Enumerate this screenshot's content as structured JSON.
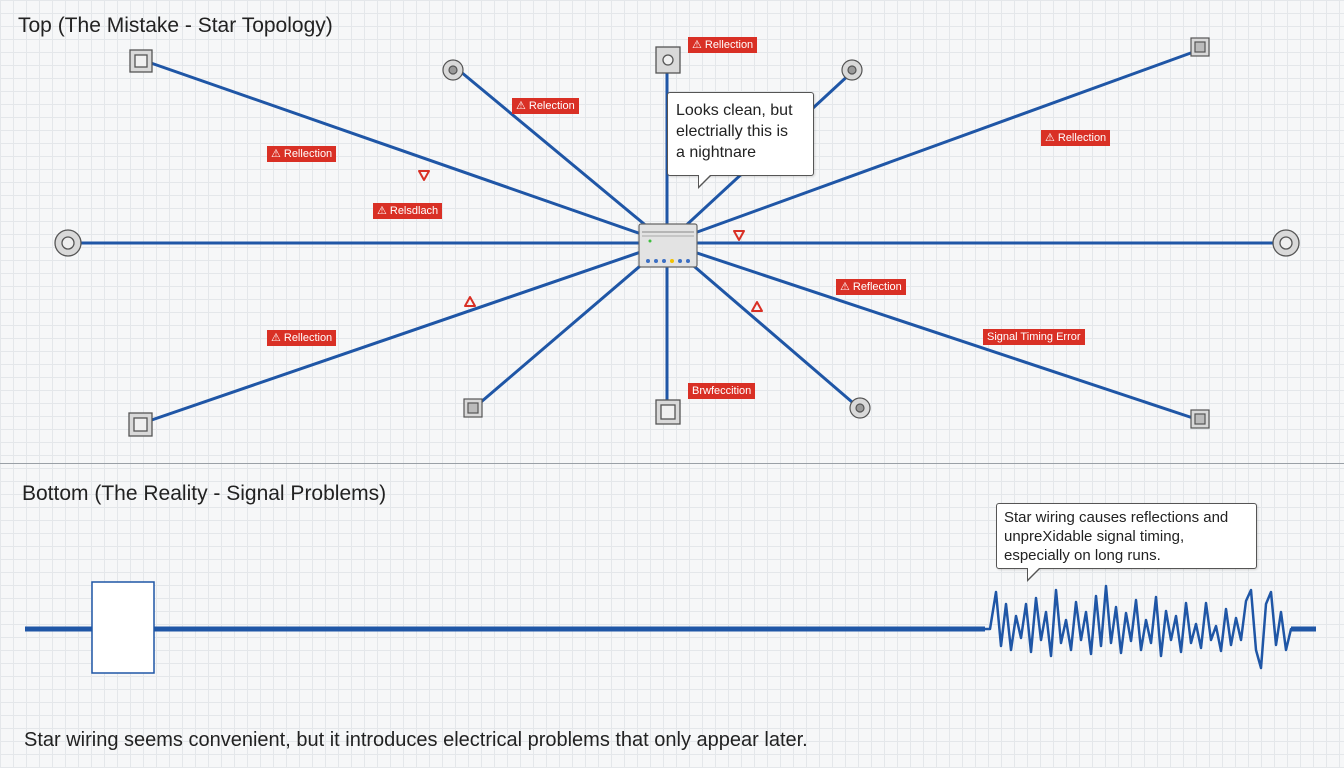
{
  "top_heading": "Top (The Mistake - Star Topology)",
  "bottom_heading": "Bottom (The Reality - Signal Problems)",
  "warning_labels": [
    {
      "text": "Rellection",
      "icon": "warning-triangle-icon"
    },
    {
      "text": "Relection",
      "icon": "warning-triangle-icon"
    },
    {
      "text": "Rellection",
      "icon": "warning-triangle-icon"
    },
    {
      "text": "Relsdlach",
      "icon": "warning-triangle-icon"
    },
    {
      "text": "Rellection",
      "icon": "warning-triangle-icon"
    },
    {
      "text": "Rellection",
      "icon": "warning-triangle-icon"
    },
    {
      "text": "Reflection",
      "icon": "warning-triangle-icon"
    },
    {
      "text": "Signal Timing Error",
      "icon": ""
    },
    {
      "text": "Brwfeccition",
      "icon": ""
    }
  ],
  "callout_top": {
    "lines": [
      "Looks clean, but",
      "electrially this is",
      "a nightnare"
    ]
  },
  "callout_bottom": {
    "lines": [
      "Star wiring causes reflections and",
      "unpreXidable signal timing,",
      "especially on long runs."
    ]
  },
  "footer_caption": "Star wiring seems convenient, but it introduces electrical problems that only appear later.",
  "colors": {
    "wire": "#1f56a6",
    "warning": "#d93025",
    "device_fill": "#d9d9d9",
    "device_stroke": "#555555"
  },
  "icons": {
    "warning": "⚠",
    "hub": "network-switch-icon",
    "chip": "chip-icon",
    "motor": "motor-icon",
    "relay": "relay-box-icon",
    "speaker": "speaker-icon"
  }
}
